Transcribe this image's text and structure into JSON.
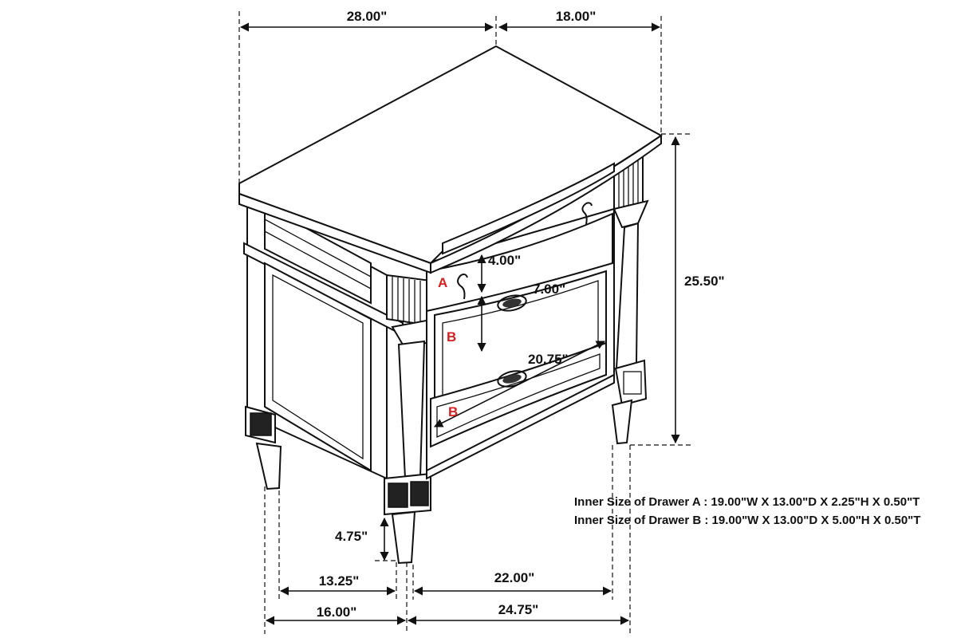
{
  "dimensions": {
    "total_width": "28.00\"",
    "total_depth": "18.00\"",
    "total_height": "25.50\"",
    "drawer_a_height": "4.00\"",
    "drawer_b_height": "7.00\"",
    "drawer_width": "20.75\"",
    "leg_height": "4.75\"",
    "inner_side_depth": "13.25\"",
    "leg_side_depth": "16.00\"",
    "inner_front_width": "22.00\"",
    "leg_front_width": "24.75\""
  },
  "drawer_labels": {
    "a": "A",
    "b_upper": "B",
    "b_lower": "B"
  },
  "notes": {
    "drawer_a": "Inner Size of Drawer A : 19.00\"W X 13.00\"D X 2.25\"H X 0.50\"T",
    "drawer_b": "Inner Size of Drawer B : 19.00\"W X 13.00\"D X 5.00\"H X 0.50\"T"
  },
  "colors": {
    "line": "#111111",
    "drawer_label": "#d42020"
  }
}
